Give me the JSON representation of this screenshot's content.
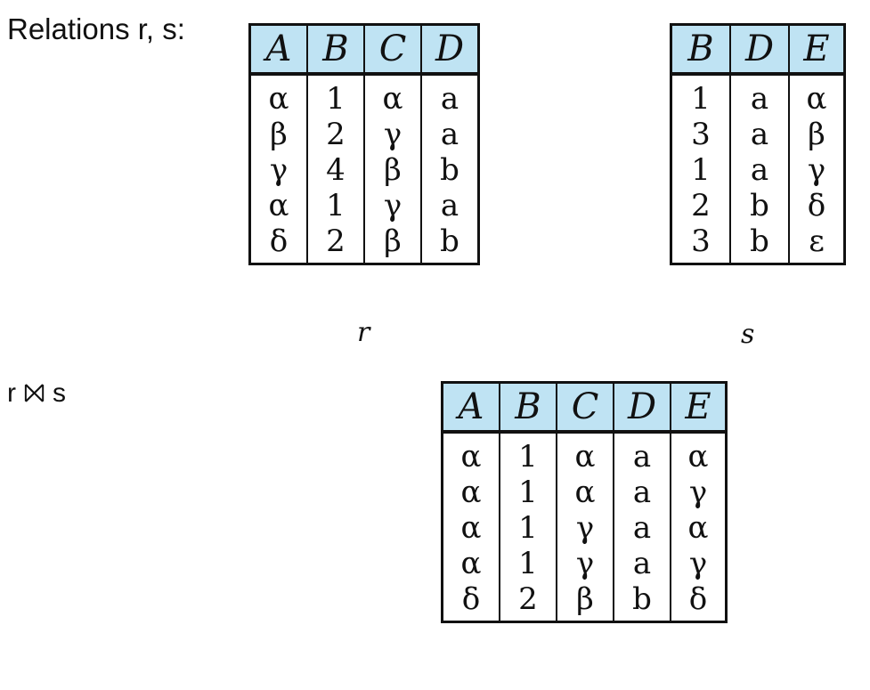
{
  "labels": {
    "relations": "Relations r, s:",
    "join": "r ⨝ s"
  },
  "r": {
    "caption": "r",
    "columns": [
      "A",
      "B",
      "C",
      "D"
    ],
    "rows": [
      [
        "α",
        "1",
        "α",
        "a"
      ],
      [
        "β",
        "2",
        "γ",
        "a"
      ],
      [
        "γ",
        "4",
        "β",
        "b"
      ],
      [
        "α",
        "1",
        "γ",
        "a"
      ],
      [
        "δ",
        "2",
        "β",
        "b"
      ]
    ]
  },
  "s": {
    "caption": "s",
    "columns": [
      "B",
      "D",
      "E"
    ],
    "rows": [
      [
        "1",
        "a",
        "α"
      ],
      [
        "3",
        "a",
        "β"
      ],
      [
        "1",
        "a",
        "γ"
      ],
      [
        "2",
        "b",
        "δ"
      ],
      [
        "3",
        "b",
        "ε"
      ]
    ]
  },
  "result": {
    "columns": [
      "A",
      "B",
      "C",
      "D",
      "E"
    ],
    "rows": [
      [
        "α",
        "1",
        "α",
        "a",
        "α"
      ],
      [
        "α",
        "1",
        "α",
        "a",
        "γ"
      ],
      [
        "α",
        "1",
        "γ",
        "a",
        "α"
      ],
      [
        "α",
        "1",
        "γ",
        "a",
        "γ"
      ],
      [
        "δ",
        "2",
        "β",
        "b",
        "δ"
      ]
    ]
  }
}
